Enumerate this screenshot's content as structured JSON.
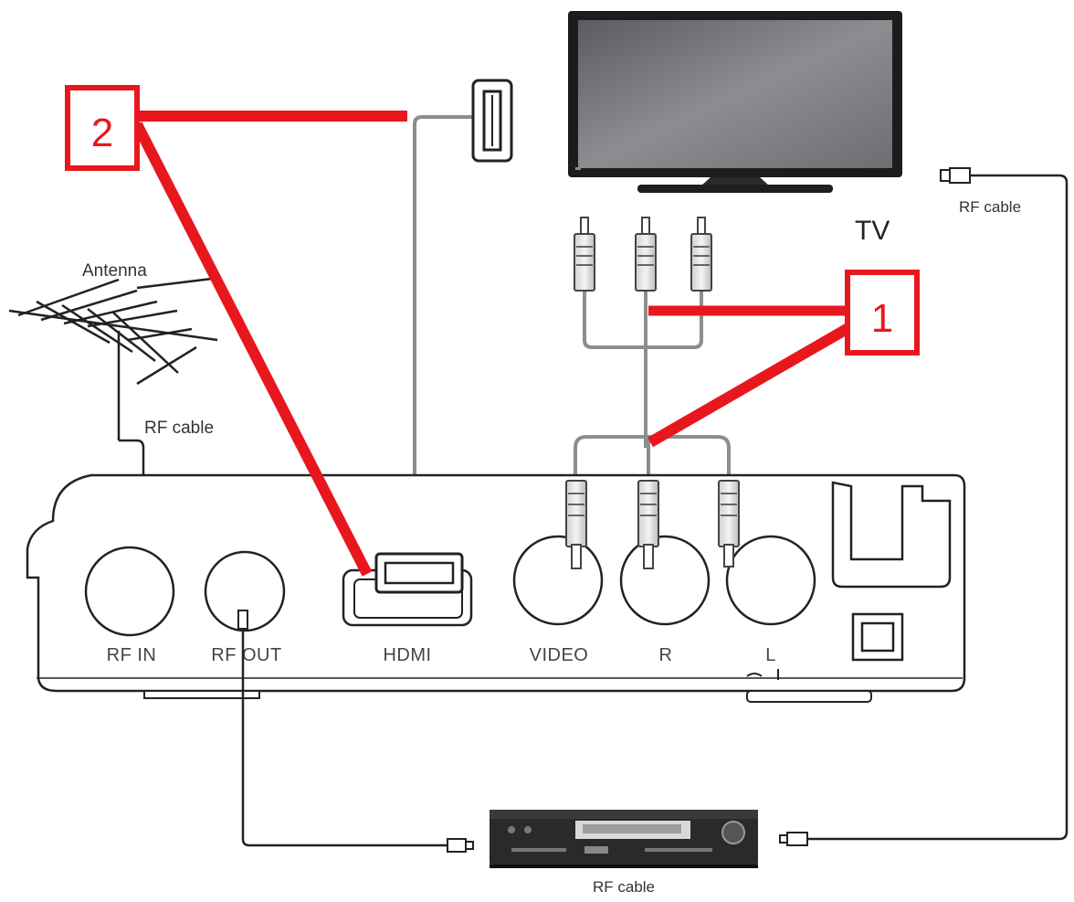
{
  "labels": {
    "antenna": "Antenna",
    "rf_cable_top_left": "RF cable",
    "rf_cable_top_right": "RF cable",
    "rf_cable_bottom": "RF cable",
    "tv": "TV"
  },
  "ports": {
    "rf_in": "RF IN",
    "rf_out": "RF OUT",
    "hdmi": "HDMI",
    "video": "VIDEO",
    "r": "R",
    "l": "L"
  },
  "callouts": [
    {
      "number": "1",
      "target": "RCA composite cable (VIDEO/R/L)"
    },
    {
      "number": "2",
      "target": "HDMI cable"
    }
  ],
  "colors": {
    "callout": "#e8171d",
    "line": "#222222",
    "cable": "#9a9a9a",
    "screen": "#6f7175"
  }
}
